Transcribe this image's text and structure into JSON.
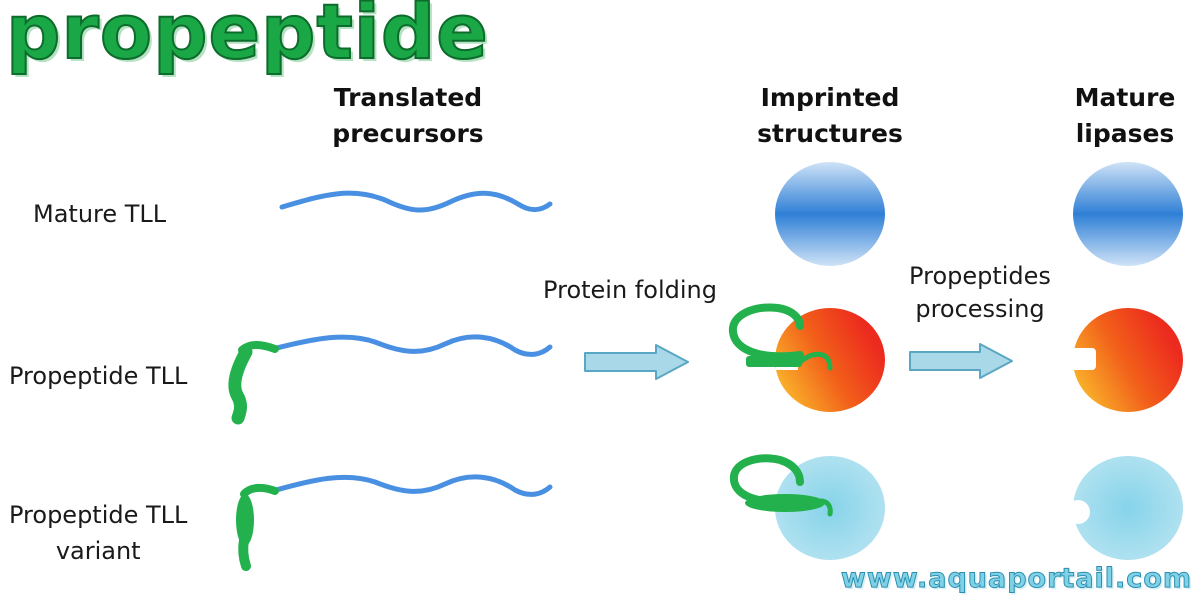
{
  "title": "propeptide",
  "columns": {
    "translated": "Translated\nprecursors",
    "imprinted": "Imprinted\nstructures",
    "mature": "Mature\nlipases"
  },
  "rows": {
    "mature_tll": "Mature TLL",
    "propeptide_tll": "Propeptide TLL",
    "propeptide_tll_variant": "Propeptide TLL\nvariant"
  },
  "steps": {
    "folding": "Protein folding",
    "processing": "Propeptides\nprocessing"
  },
  "watermark": "www.aquaportail.com",
  "colors": {
    "chain_blue": "#4a90e2",
    "propeptide_green": "#22b14c",
    "arrow_fill": "#a9d8e8",
    "arrow_stroke": "#5aa7c4",
    "blue_domain": "#2f7fd6",
    "red_domain": "#ec2a1e",
    "orange_domain": "#f7a21b",
    "cyan_domain": "#7fcde6"
  }
}
